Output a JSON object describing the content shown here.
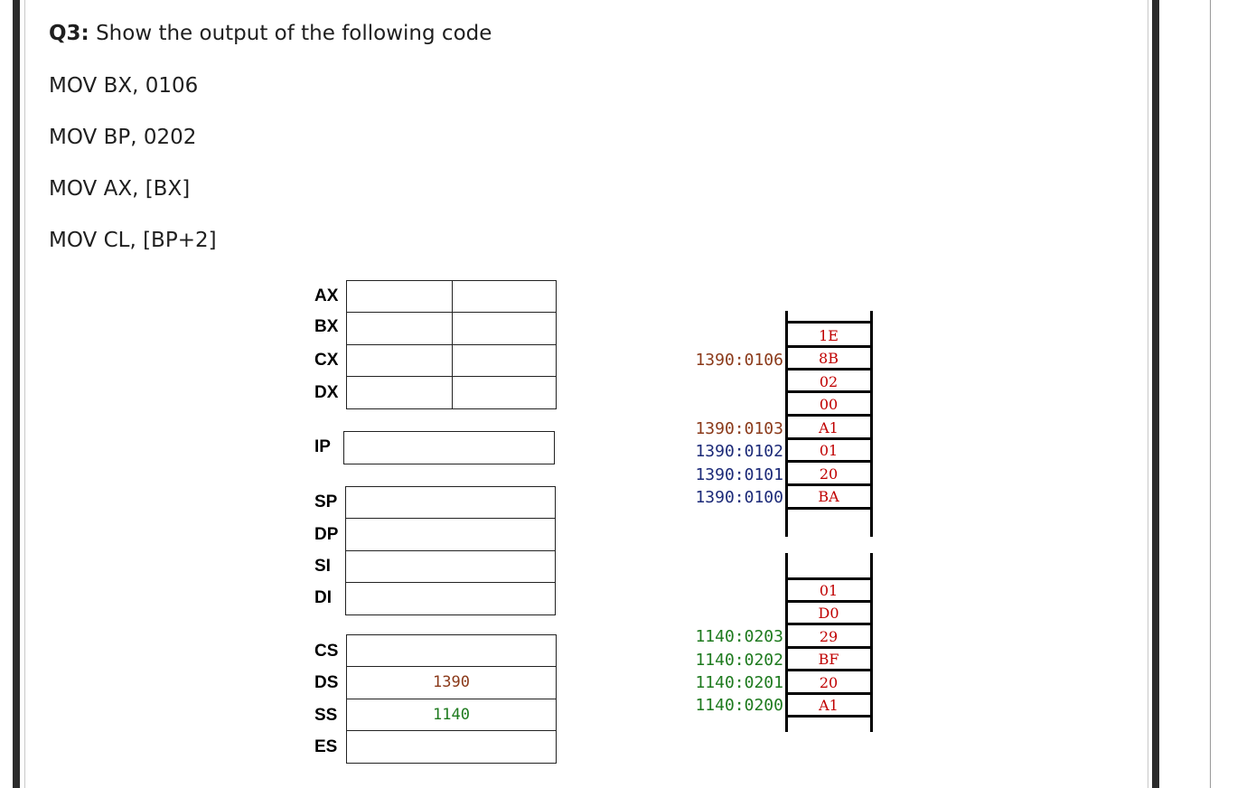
{
  "question": {
    "number": "Q3:",
    "text": "Show the output of the following code"
  },
  "code_lines": [
    "MOV BX, 0106",
    "MOV BP, 0202",
    "MOV AX, [BX]",
    "MOV CL, [BP+2]"
  ],
  "general_registers": [
    {
      "name": "AX",
      "high": "",
      "low": ""
    },
    {
      "name": "BX",
      "high": "",
      "low": ""
    },
    {
      "name": "CX",
      "high": "",
      "low": ""
    },
    {
      "name": "DX",
      "high": "",
      "low": ""
    }
  ],
  "ip_register": {
    "name": "IP",
    "value": ""
  },
  "pointer_registers": [
    {
      "name": "SP",
      "value": ""
    },
    {
      "name": "DP",
      "value": ""
    },
    {
      "name": "SI",
      "value": ""
    },
    {
      "name": "DI",
      "value": ""
    }
  ],
  "segment_registers": [
    {
      "name": "CS",
      "value": ""
    },
    {
      "name": "DS",
      "value": "1390"
    },
    {
      "name": "SS",
      "value": "1140"
    },
    {
      "name": "ES",
      "value": ""
    }
  ],
  "memory_ds": {
    "cells": [
      "1E",
      "8B",
      "02",
      "00",
      "A1",
      "01",
      "20",
      "BA"
    ],
    "addresses": [
      {
        "cell": 1,
        "text": "1390:0106"
      },
      {
        "cell": 4,
        "text": "1390:0103"
      },
      {
        "cell": 5,
        "text": "1390:0102"
      },
      {
        "cell": 6,
        "text": "1390:0101"
      },
      {
        "cell": 7,
        "text": "1390:0100"
      }
    ]
  },
  "memory_ss": {
    "cells": [
      "01",
      "D0",
      "29",
      "BF",
      "20",
      "A1"
    ],
    "addresses": [
      {
        "cell": 2,
        "text": "1140:0203"
      },
      {
        "cell": 3,
        "text": "1140:0202"
      },
      {
        "cell": 4,
        "text": "1140:0201"
      },
      {
        "cell": 5,
        "text": "1140:0200"
      }
    ]
  },
  "colors": {
    "ds_value": "#8b3a1a",
    "ss_value": "#1e7a1e",
    "ds_address": "#1c2a78",
    "ss_address": "#1e7a1e",
    "memory_cell": "#c00000"
  }
}
